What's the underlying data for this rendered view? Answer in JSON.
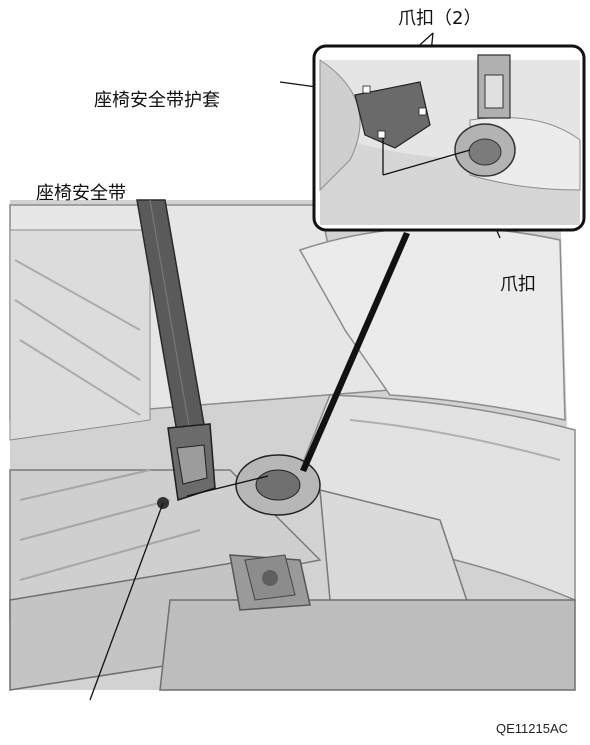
{
  "labels": {
    "clips_top": "爪扣（2）",
    "seat_belt_cover": "座椅安全带护套",
    "seat_belt": "座椅安全带",
    "clip_right": "爪扣"
  },
  "figure_code": "QE11215AC",
  "colors": {
    "line": "#111111",
    "belt": "#5a5a5a",
    "seat": "#dcdcdc",
    "shadow": "#a9a9a9",
    "highlight": "#f2f2f2"
  }
}
